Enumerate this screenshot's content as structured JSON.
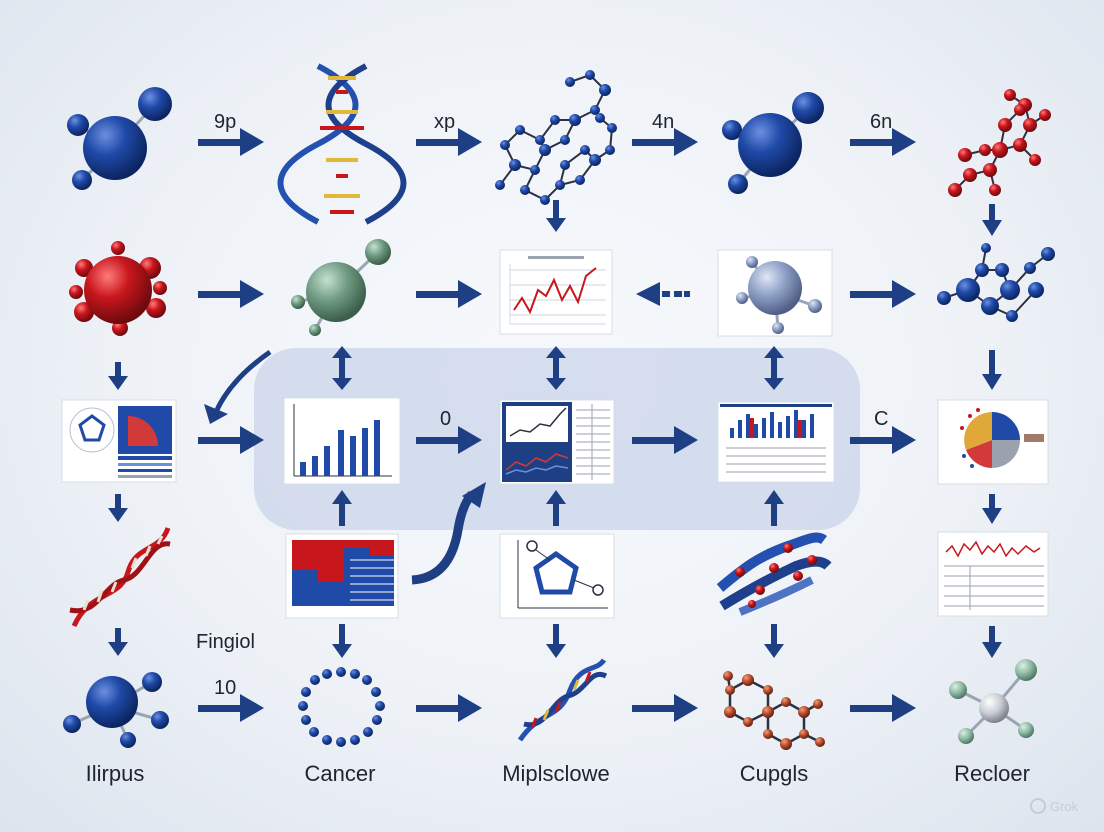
{
  "labels": {
    "arrow_9p": "9p",
    "arrow_xp": "xp",
    "arrow_4n": "4n",
    "arrow_6n": "6n",
    "arrow_0": "0",
    "arrow_c": "C",
    "fingiol": "Fingiol",
    "arrow_10": "10"
  },
  "captions": {
    "col1": "Ilirpus",
    "col2": "Cancer",
    "col3": "Miplsclowe",
    "col4": "Cupgls",
    "col5": "Recloer"
  },
  "watermark": "Grok",
  "colors": {
    "arrow": "#1f3f85",
    "blue_atom": "#1f4aa8",
    "red_atom": "#c8161d",
    "green_atom": "#6f9a82",
    "panel": "#c9d4ea"
  }
}
